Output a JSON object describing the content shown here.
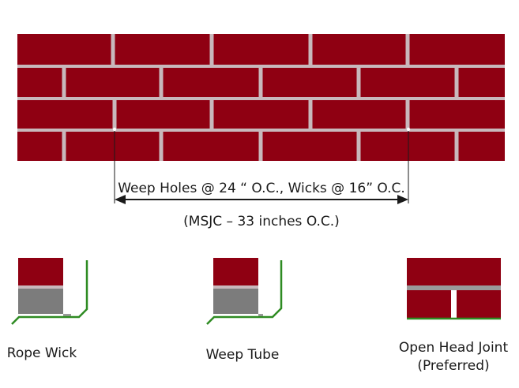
{
  "colors": {
    "brick": "#8f0012",
    "mortar": "#c8b8bc",
    "mortar_dark": "#9a9a9a",
    "flashing": "#2e8b22",
    "wick_fill": "#7c7c7c",
    "line": "#1a1a1a"
  },
  "dimension": {
    "main_label": "Weep Holes @ 24 “ O.C., Wicks @ 16” O.C.",
    "sub_label": "(MSJC – 33 inches O.C.)"
  },
  "details": [
    {
      "id": "rope-wick",
      "label_lines": [
        "Rope Wick"
      ]
    },
    {
      "id": "weep-tube",
      "label_lines": [
        "Weep Tube"
      ]
    },
    {
      "id": "open-head-joint",
      "label_lines": [
        "Open Head Joint",
        "(Preferred)"
      ]
    }
  ]
}
